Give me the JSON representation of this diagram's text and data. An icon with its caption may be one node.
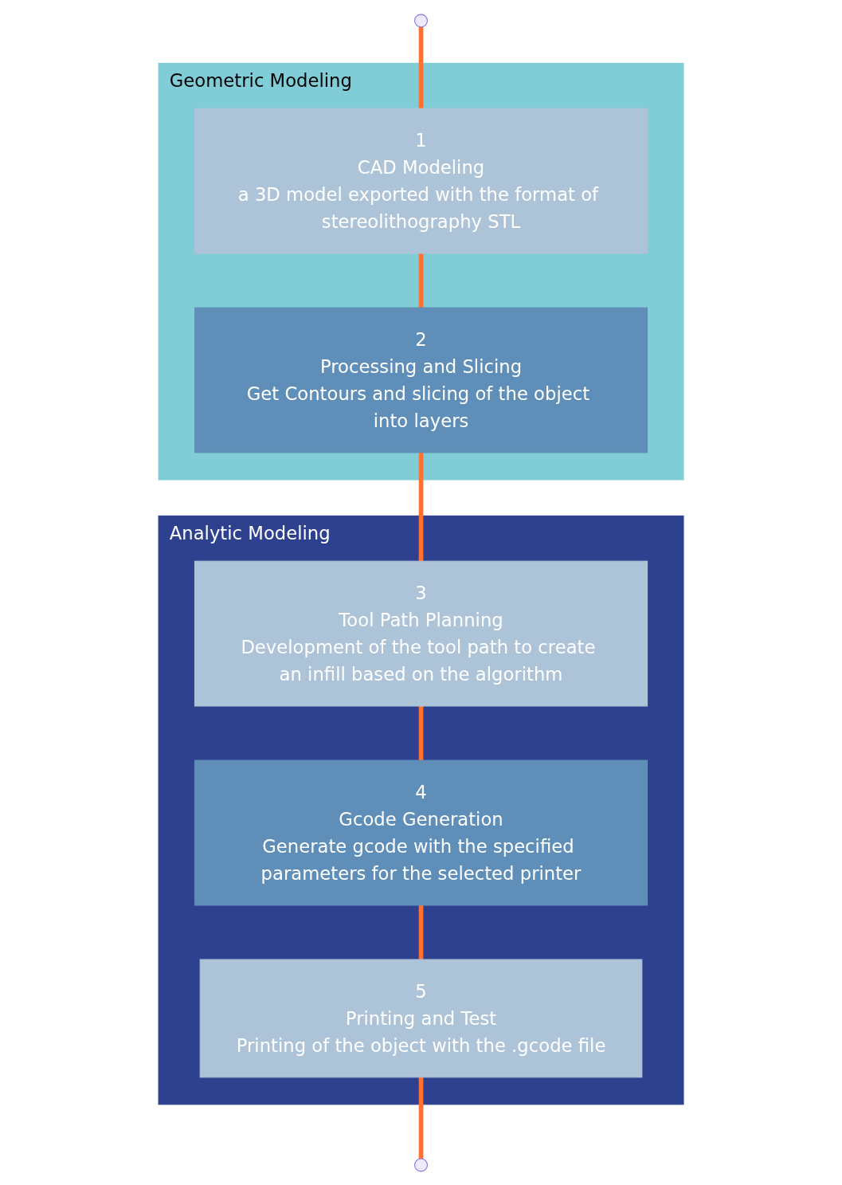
{
  "diagram": {
    "nodes": [
      {
        "text": [],
        "shape": "circle"
      },
      {
        "text": [
          "Geometric Modeling"
        ]
      },
      {
        "text": [
          "1",
          "CAD Modeling",
          "a 3D model exported with the format of stereolithography STL"
        ],
        "in": 1
      },
      {
        "text": [
          "2",
          "Processing and Slicing",
          "Get Contours and slicing of the object into layers"
        ],
        "in": 1
      },
      {
        "text": [
          "Analytic Modeling"
        ]
      },
      {
        "text": [
          "3",
          "Tool Path Planning",
          "Development of the tool path to create an infill based on the algorithm"
        ],
        "in": 4
      },
      {
        "text": [
          "4",
          "Gcode Generation",
          "Generate gcode with the specified parameters for the selected printer"
        ],
        "in": 4
      },
      {
        "text": [
          "5",
          "Printing and Test",
          "Printing of the object with the .gcode file"
        ],
        "in": 4
      },
      {
        "text": [],
        "shape": "circle"
      }
    ],
    "edges": [
      {
        "from": 0,
        "to": 2,
        "arrow": "none"
      },
      {
        "from": 2,
        "to": 3,
        "arrow": "none"
      },
      {
        "from": 3,
        "to": 5,
        "arrow": "none"
      },
      {
        "from": 5,
        "to": 6,
        "arrow": "none"
      },
      {
        "from": 6,
        "to": 7,
        "arrow": "none"
      },
      {
        "from": 7,
        "to": 8,
        "arrow": "none"
      }
    ]
  }
}
